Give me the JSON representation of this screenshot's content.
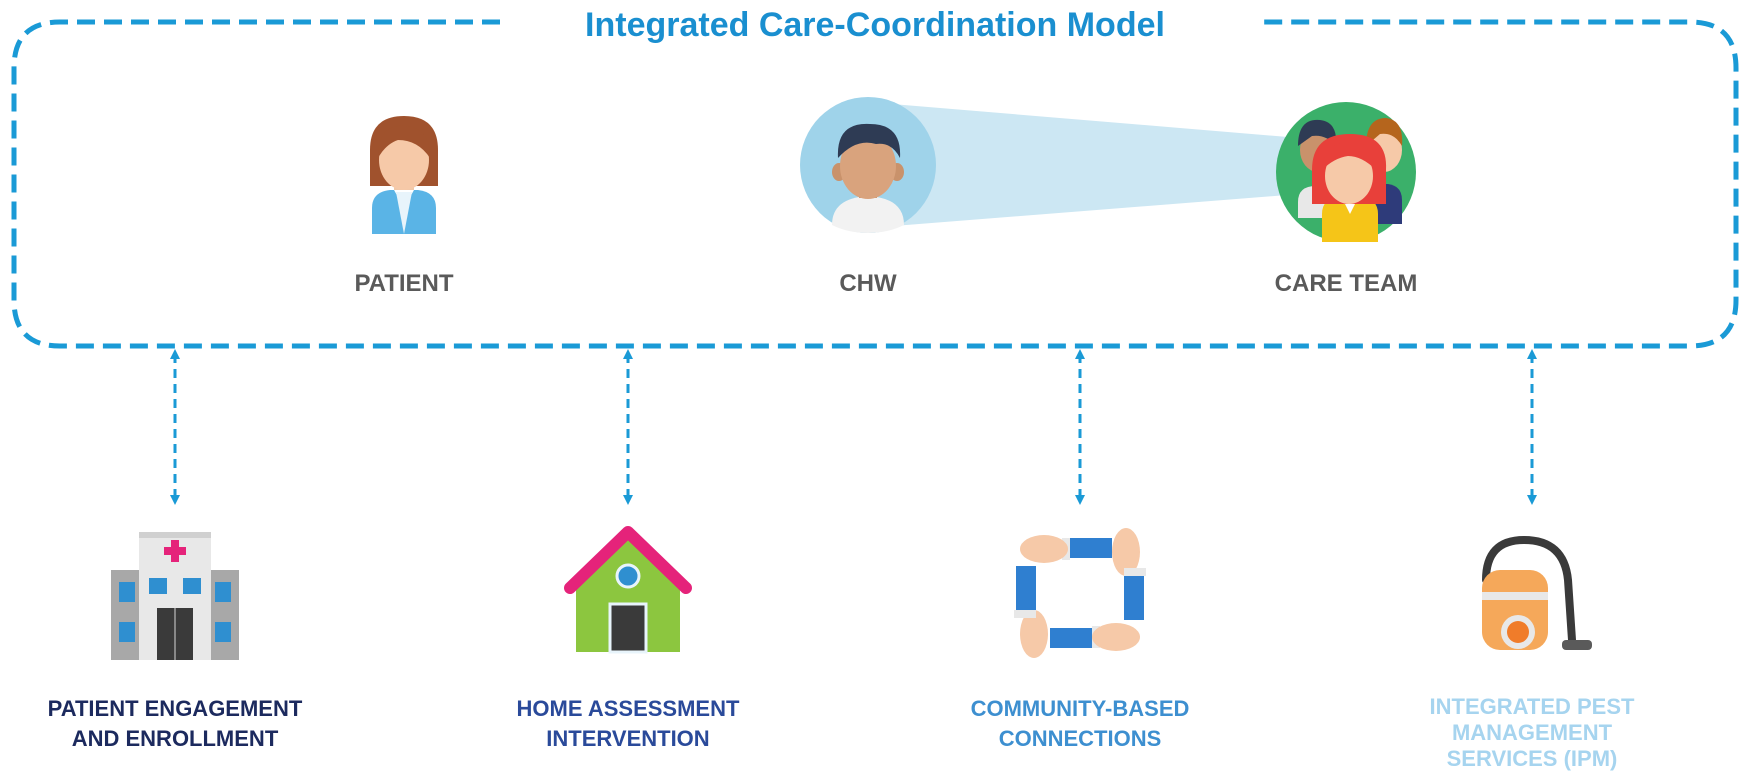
{
  "title": "Integrated Care-Coordination Model",
  "roles": [
    {
      "label": "PATIENT",
      "icon": "patient-icon"
    },
    {
      "label": "CHW",
      "icon": "chw-icon"
    },
    {
      "label": "CARE TEAM",
      "icon": "care-team-icon"
    }
  ],
  "services": [
    {
      "lines": [
        "PATIENT ENGAGEMENT",
        "AND ENROLLMENT"
      ],
      "icon": "hospital-icon",
      "color": "#1c2a5e"
    },
    {
      "lines": [
        "HOME ASSESSMENT",
        "INTERVENTION"
      ],
      "icon": "house-icon",
      "color": "#2a4a9a"
    },
    {
      "lines": [
        "COMMUNITY-BASED",
        "CONNECTIONS"
      ],
      "icon": "joined-hands-icon",
      "color": "#3d8fd0"
    },
    {
      "lines": [
        "INTEGRATED PEST",
        "MANAGEMENT",
        "SERVICES (IPM)"
      ],
      "icon": "vacuum-cleaner-icon",
      "color": "#a6d4ef"
    }
  ],
  "colors": {
    "accent": "#1a9ad6",
    "title": "#1a8fd0",
    "role_label": "#5a5a5a"
  }
}
